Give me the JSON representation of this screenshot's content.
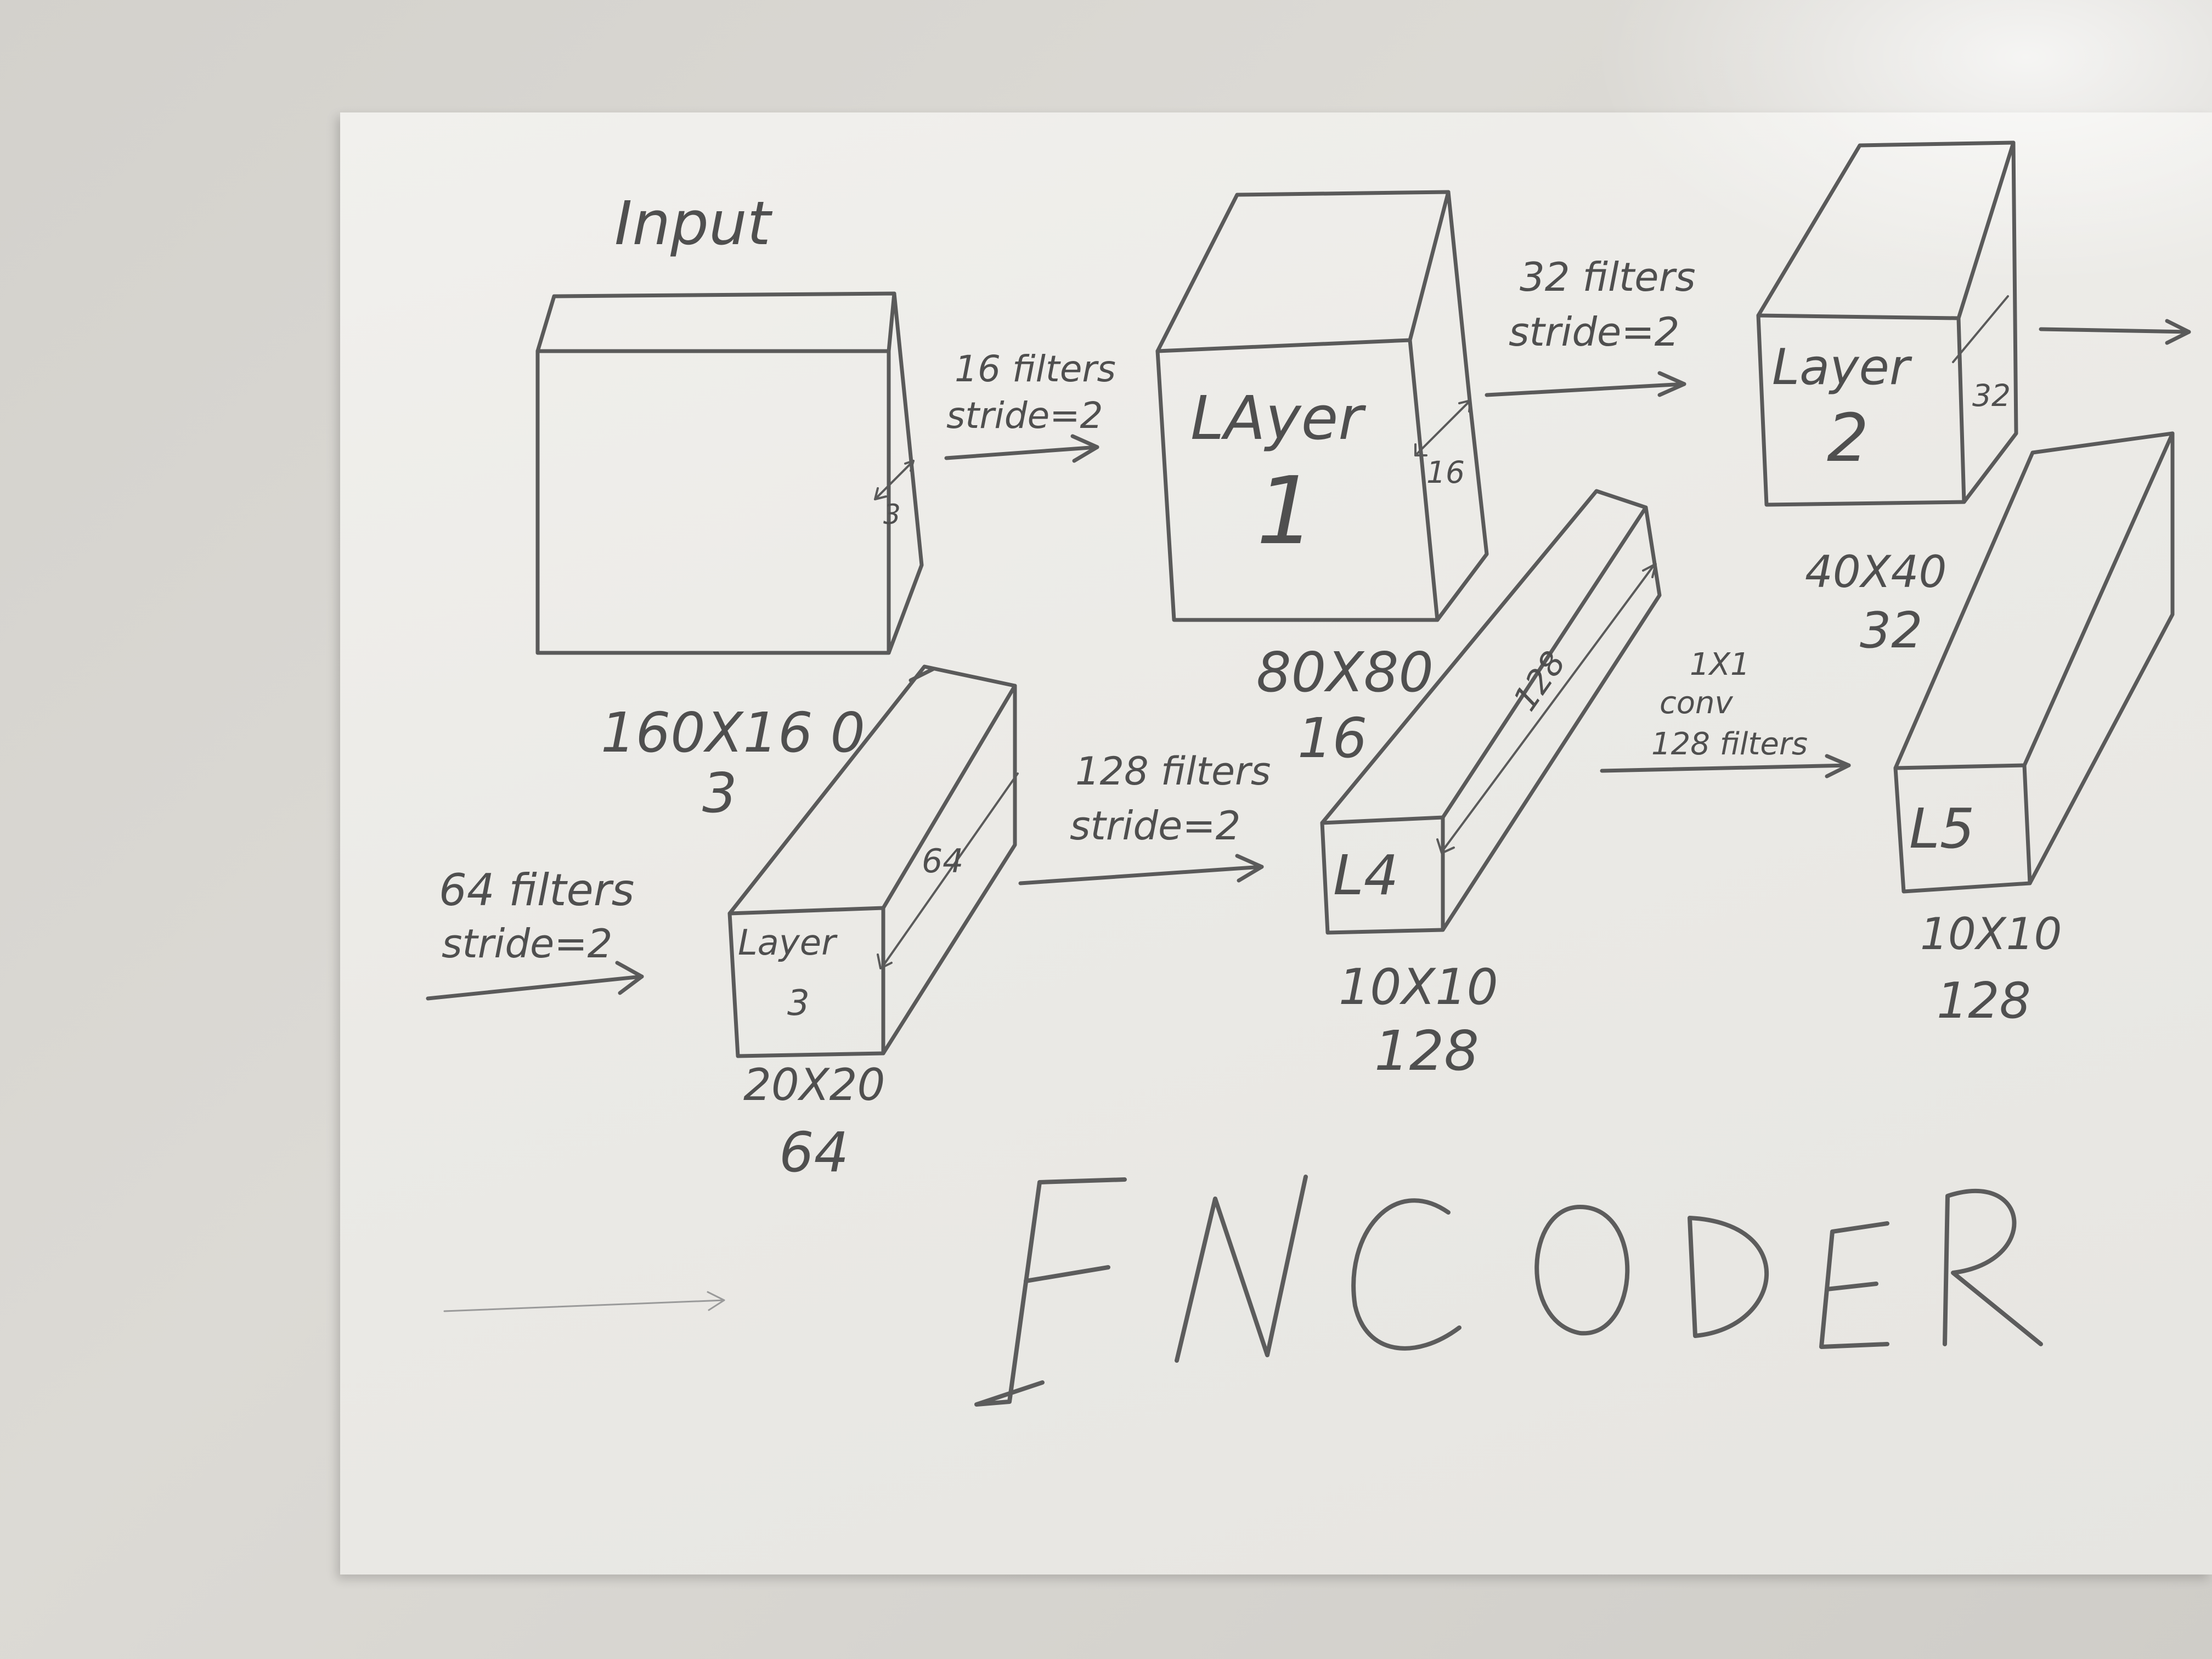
{
  "title": "ENCODER",
  "input": {
    "label": "Input",
    "size": "160X16 0",
    "channels": "3",
    "depth": "3"
  },
  "layer1": {
    "label1": "LAyer",
    "label2": "1",
    "size": "80X80",
    "channels": "16",
    "depth": "16"
  },
  "layer2": {
    "label1": "Layer",
    "label2": "2",
    "size": "40X40",
    "channels": "32",
    "depth": "32"
  },
  "layer3": {
    "label1": "Layer",
    "label2": "3",
    "size": "20X20",
    "channels": "64",
    "depth": "64"
  },
  "layer4": {
    "label": "L4",
    "size": "10X10",
    "channels": "128",
    "depth": "128"
  },
  "layer5": {
    "label": "L5",
    "size": "10X10",
    "channels": "128"
  },
  "ops": {
    "op1_line1": "16 filters",
    "op1_line2": "stride=2",
    "op2_line1": "32 filters",
    "op2_line2": "stride=2",
    "op3_line1": "64 filters",
    "op3_line2": "stride=2",
    "op4_line1": "128 filters",
    "op4_line2": "stride=2",
    "op5_line1": "1X1",
    "op5_line2": "conv",
    "op5_line3": "128 filters"
  },
  "colors": {
    "pencil": "#5a5a5a",
    "paper": "#eeede9"
  }
}
